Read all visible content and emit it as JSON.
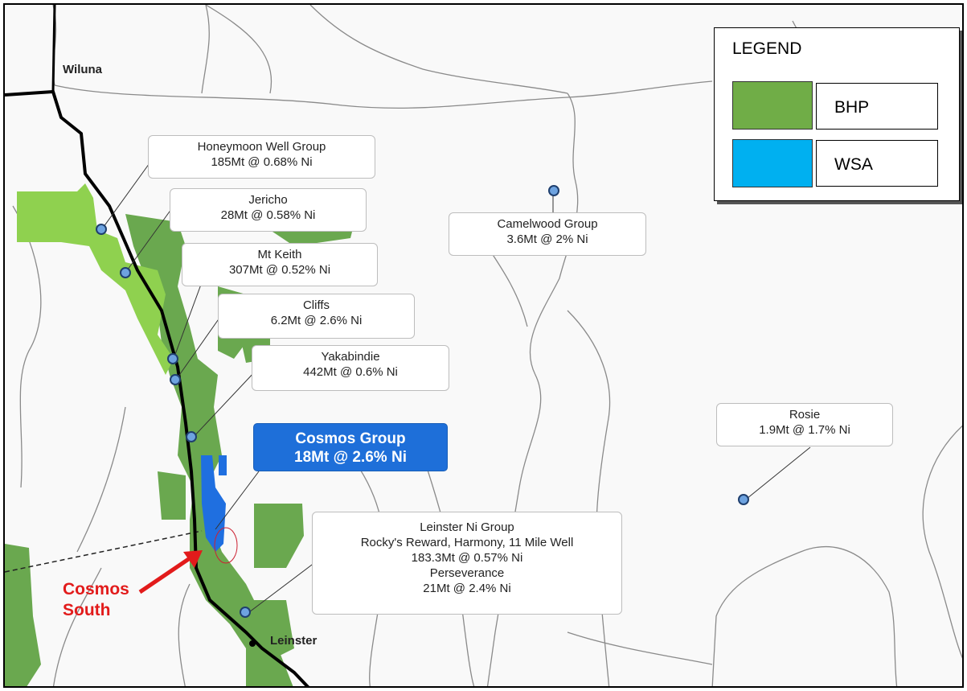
{
  "colors": {
    "bhp": "#6aa84f",
    "bhp_light": "#8fd14f",
    "wsa": "#00b0f0",
    "highlight": "#1e6fd9",
    "annotation": "#e21b1b"
  },
  "towns": {
    "wiluna": "Wiluna",
    "leinster": "Leinster"
  },
  "legend": {
    "title": "LEGEND",
    "items": [
      {
        "label": "BHP",
        "color": "#70ad47"
      },
      {
        "label": "WSA",
        "color": "#00b0f0"
      }
    ]
  },
  "deposits": {
    "honeymoon": {
      "name": "Honeymoon Well Group",
      "resource": "185Mt @ 0.68% Ni"
    },
    "jericho": {
      "name": "Jericho",
      "resource": "28Mt @ 0.58% Ni"
    },
    "mt_keith": {
      "name": "Mt Keith",
      "resource": "307Mt @ 0.52% Ni"
    },
    "cliffs": {
      "name": "Cliffs",
      "resource": "6.2Mt @ 2.6% Ni"
    },
    "yakabindie": {
      "name": "Yakabindie",
      "resource": "442Mt @ 0.6% Ni"
    },
    "cosmos": {
      "name": "Cosmos Group",
      "resource": "18Mt @ 2.6% Ni"
    },
    "camelwood": {
      "name": "Camelwood Group",
      "resource": "3.6Mt @ 2% Ni"
    },
    "rosie": {
      "name": "Rosie",
      "resource": "1.9Mt @ 1.7% Ni"
    },
    "leinster": {
      "name": "Leinster Ni Group",
      "line2": "Rocky's Reward, Harmony, 11 Mile Well",
      "line3": "183.3Mt @ 0.57% Ni",
      "line4": "Perseverance",
      "line5": "21Mt @ 2.4% Ni"
    }
  },
  "annotation": {
    "line1": "Cosmos",
    "line2": "South"
  }
}
